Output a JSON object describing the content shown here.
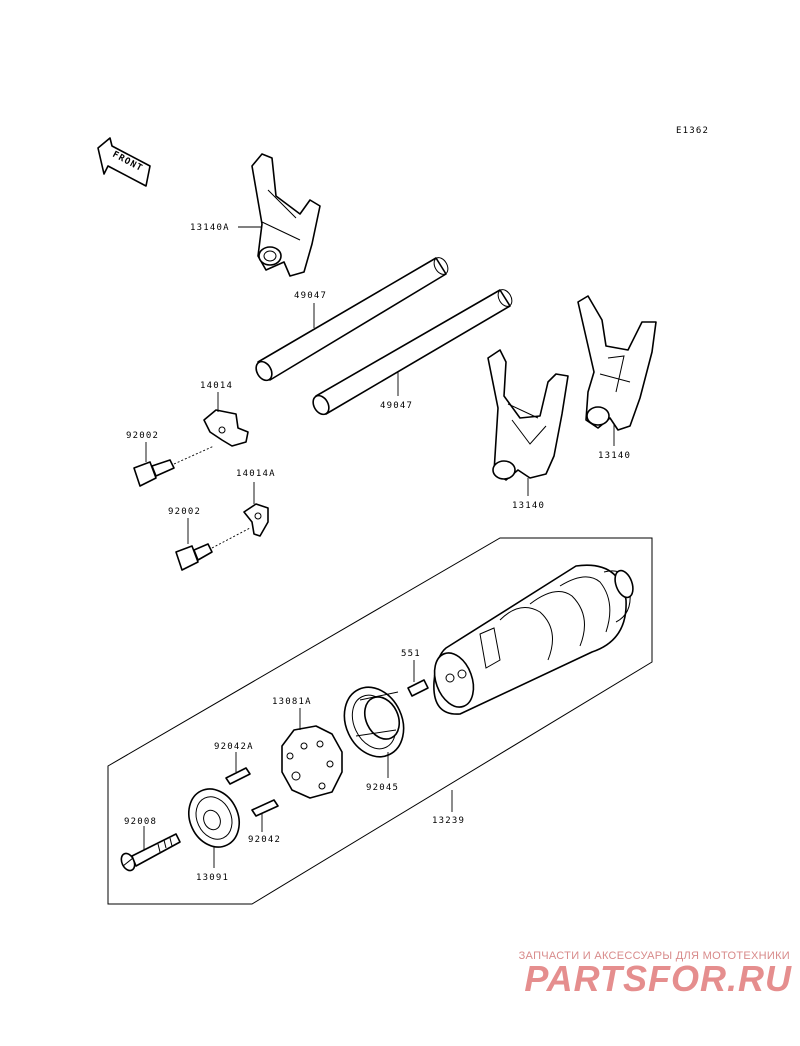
{
  "diagram": {
    "ref_code": "E1362",
    "front_arrow_label": "FRONT",
    "labels": {
      "fork_a": "13140A",
      "shaft_1": "49047",
      "shaft_2": "49047",
      "plate": "14014",
      "plate_a": "14014A",
      "bolt_1": "92002",
      "bolt_2": "92002",
      "fork_right": "13140",
      "fork_mid": "13140",
      "pin_551": "551",
      "cam": "13081A",
      "pin_a": "92042A",
      "bearing": "92045",
      "drum_assy": "13239",
      "bolt_long": "92008",
      "pin": "92042",
      "plate_round": "13091"
    }
  },
  "watermark": {
    "caption": "ЗАПЧАСТИ И АКСЕССУАРЫ ДЛЯ МОТОТЕХНИКИ",
    "site": "PARTSFOR.RU"
  }
}
